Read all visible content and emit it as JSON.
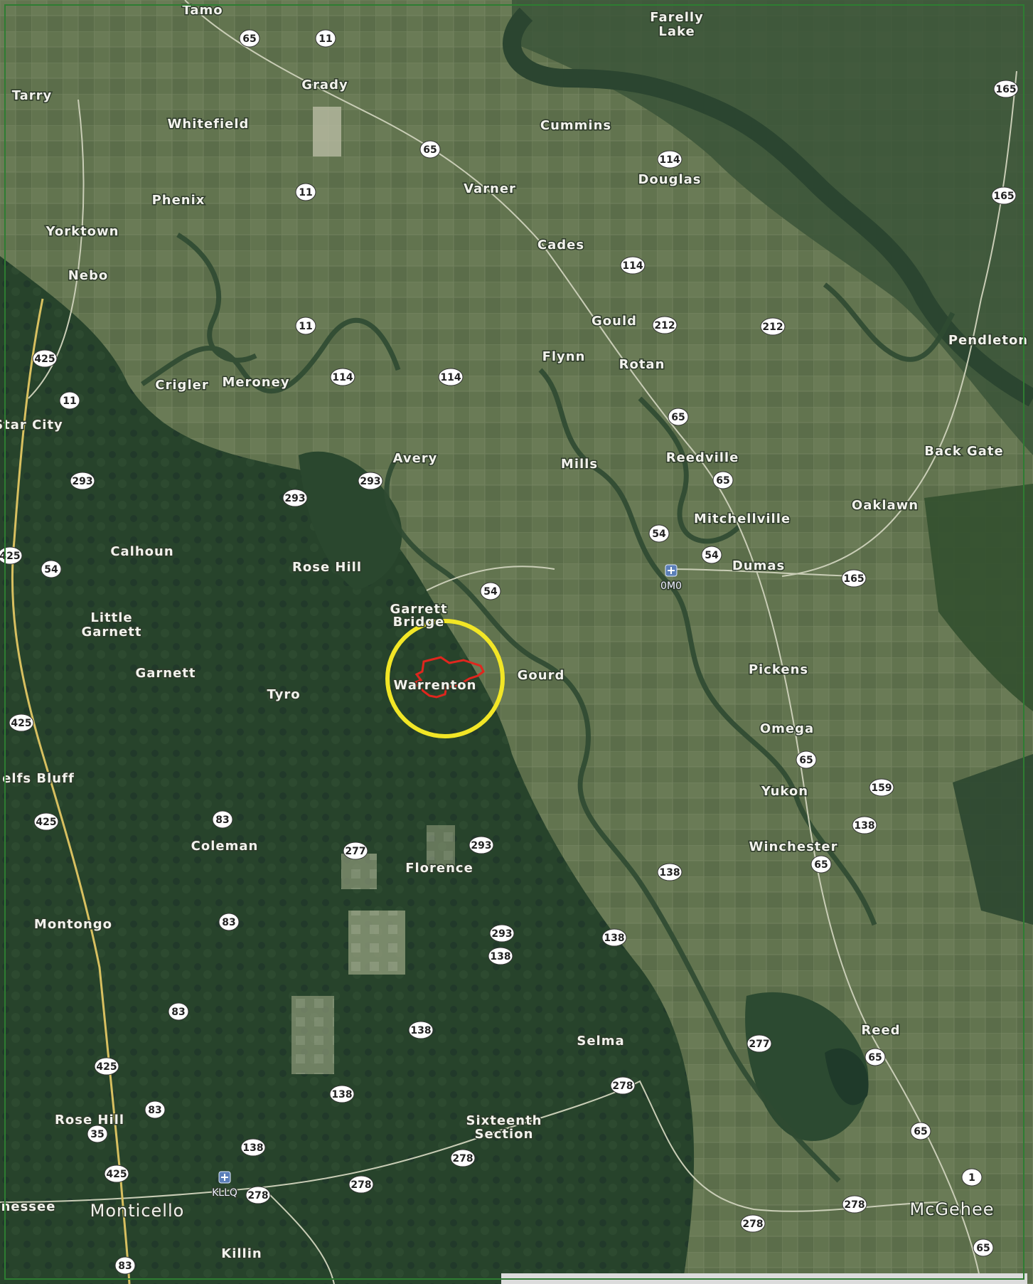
{
  "map": {
    "colors": {
      "farmland": "#5f7350",
      "forest": "#26422a",
      "river": "#2e4a33",
      "road": "#c8cdb8",
      "interstate": "#d8c060",
      "highlight_circle": "#f2e626",
      "parcel_outline": "#e0261e",
      "frame": "#2e7d32"
    },
    "places": [
      {
        "name": "Tamo"
      },
      {
        "name": "Farelly"
      },
      {
        "name": "Lake"
      },
      {
        "name": "Tarry"
      },
      {
        "name": "Grady"
      },
      {
        "name": "Whitefield"
      },
      {
        "name": "Cummins"
      },
      {
        "name": "Douglas"
      },
      {
        "name": "Varner"
      },
      {
        "name": "Phenix"
      },
      {
        "name": "Yorktown"
      },
      {
        "name": "Cades"
      },
      {
        "name": "Nebo"
      },
      {
        "name": "Gould"
      },
      {
        "name": "Flynn"
      },
      {
        "name": "Rotan"
      },
      {
        "name": "Pendleton"
      },
      {
        "name": "Crigler"
      },
      {
        "name": "Meroney"
      },
      {
        "name": "Star City"
      },
      {
        "name": "Avery"
      },
      {
        "name": "Mills"
      },
      {
        "name": "Reedville"
      },
      {
        "name": "Back Gate"
      },
      {
        "name": "Oaklawn"
      },
      {
        "name": "Mitchellville"
      },
      {
        "name": "Calhoun"
      },
      {
        "name": "Rose Hill"
      },
      {
        "name": "Dumas"
      },
      {
        "name": "Garrett"
      },
      {
        "name": "Bridge"
      },
      {
        "name": "Little"
      },
      {
        "name": "Garnett"
      },
      {
        "name": "Garnett"
      },
      {
        "name": "Gourd"
      },
      {
        "name": "Pickens"
      },
      {
        "name": "Warrenton"
      },
      {
        "name": "Tyro"
      },
      {
        "name": "Omega"
      },
      {
        "name": "elfs Bluff"
      },
      {
        "name": "Yukon"
      },
      {
        "name": "Coleman"
      },
      {
        "name": "Winchester"
      },
      {
        "name": "Florence"
      },
      {
        "name": "Montongo"
      },
      {
        "name": "Reed"
      },
      {
        "name": "Selma"
      },
      {
        "name": "Rose Hill"
      },
      {
        "name": "Sixteenth"
      },
      {
        "name": "Section"
      },
      {
        "name": "nessee"
      },
      {
        "name": "Monticello"
      },
      {
        "name": "McGehee"
      },
      {
        "name": "Killin"
      }
    ],
    "route_shields": [
      "65",
      "11",
      "165",
      "65",
      "165",
      "114",
      "11",
      "114",
      "11",
      "212",
      "212",
      "425",
      "114",
      "114",
      "11",
      "65",
      "65",
      "293",
      "293",
      "293",
      "425",
      "54",
      "54",
      "54",
      "54",
      "165",
      "425",
      "159",
      "138",
      "65",
      "425",
      "83",
      "293",
      "277",
      "65",
      "138",
      "83",
      "293",
      "138",
      "138",
      "83",
      "138",
      "277",
      "65",
      "425",
      "278",
      "138",
      "83",
      "35",
      "65",
      "425",
      "138",
      "278",
      "278",
      "278",
      "1",
      "278",
      "278",
      "65",
      "83"
    ],
    "airports": [
      "0M0",
      "KLLQ"
    ]
  }
}
